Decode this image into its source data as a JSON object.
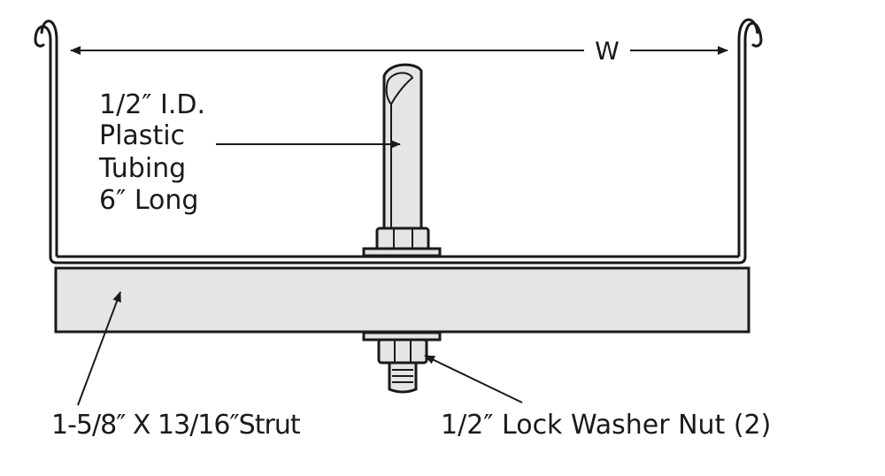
{
  "labels": {
    "width": "W",
    "tubing_line1": "1/2″ I.D.",
    "tubing_line2": "Plastic",
    "tubing_line3": "Tubing",
    "tubing_line4": "6″ Long",
    "strut": "1-5/8″ X 13/16″Strut",
    "nut": "1/2″ Lock Washer Nut (2)"
  }
}
